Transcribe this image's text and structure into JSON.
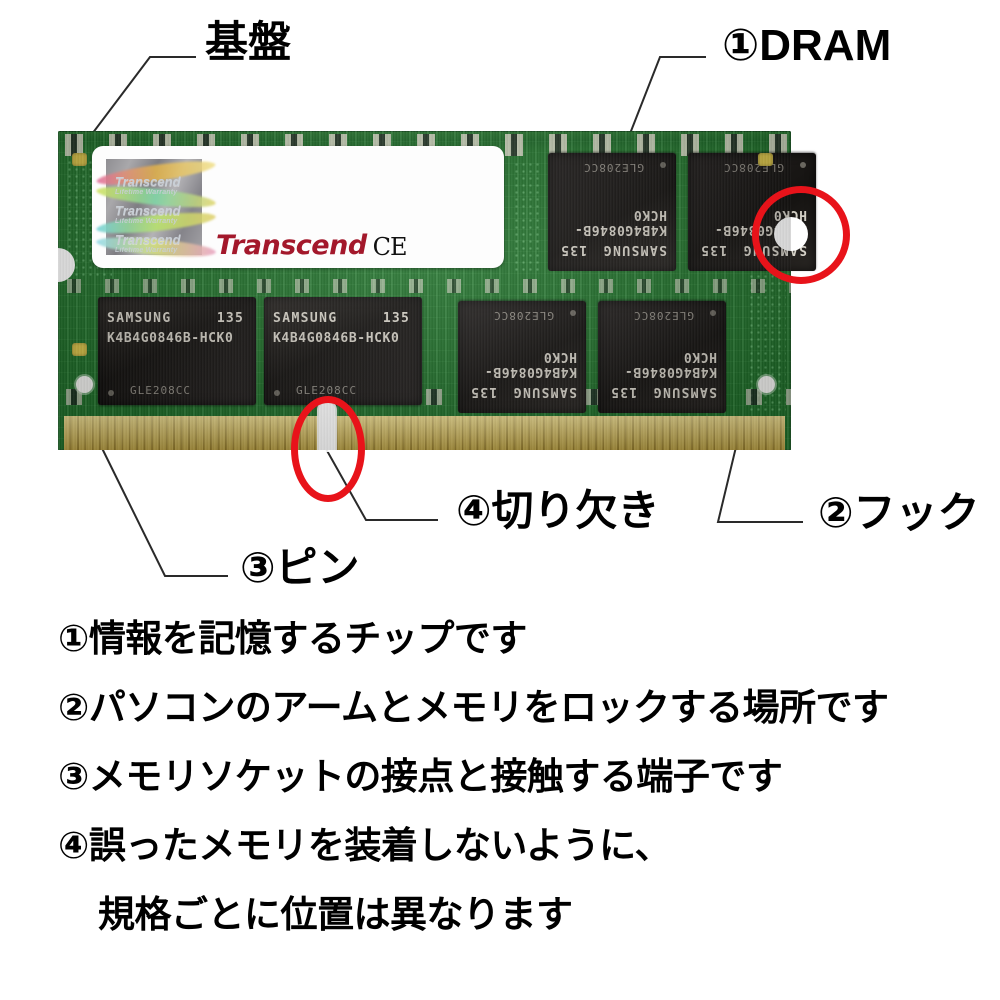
{
  "figure": {
    "subject": "SO-DIMM laptop memory module (Transcend, Samsung DRAM)",
    "background_color": "#ffffff"
  },
  "callouts": [
    {
      "id": "kiban",
      "number": "",
      "label": "基盤",
      "name": "callout-kiban"
    },
    {
      "id": "dram",
      "number": "①",
      "label": "DRAM",
      "name": "callout-dram"
    },
    {
      "id": "kirikaki",
      "number": "④",
      "label": "切り欠き",
      "name": "callout-notch"
    },
    {
      "id": "hook",
      "number": "②",
      "label": "フック",
      "name": "callout-hook"
    },
    {
      "id": "pin",
      "number": "③",
      "label": "ピン",
      "name": "callout-pin"
    }
  ],
  "callout_text": {
    "kiban": "基盤",
    "dram": "①DRAM",
    "kirikaki": "④切り欠き",
    "hook": "②フック",
    "pin": "③ピン"
  },
  "notes": [
    {
      "marker": "①",
      "text": "①情報を記憶するチップです"
    },
    {
      "marker": "②",
      "text": "②パソコンのアームとメモリをロックする場所です"
    },
    {
      "marker": "③",
      "text": "③メモリソケットの接点と接触する端子です"
    },
    {
      "marker": "④",
      "text": "④誤ったメモリを装着しないように、"
    },
    {
      "marker": "",
      "text": "規格ごとに位置は異なります"
    }
  ],
  "module": {
    "sticker": {
      "brand": "Transcend",
      "ce_mark": "CE",
      "hologram_lines": [
        {
          "big": "Transcend",
          "small": "Lifetime Warranty"
        },
        {
          "big": "Transcend",
          "small": "Lifetime Warranty"
        },
        {
          "big": "Transcend",
          "small": "Lifetime Warranty"
        }
      ]
    },
    "chips": [
      {
        "brand": "SAMSUNG",
        "code": "135",
        "part": "K4B4G0846B-HCK0",
        "lot": "GLE208CC",
        "flipped": false
      },
      {
        "brand": "SAMSUNG",
        "code": "135",
        "part": "K4B4G0846B-HCK0",
        "lot": "GLE208CC",
        "flipped": false
      },
      {
        "brand": "SAMSUNG",
        "code": "135",
        "part": "K4B4G0846B-HCK0",
        "lot": "GLE208CC",
        "flipped": true
      },
      {
        "brand": "SAMSUNG",
        "code": "135",
        "part": "K4B4G0846B-HCK0",
        "lot": "GLE208CC",
        "flipped": true
      },
      {
        "brand": "SAMSUNG",
        "code": "135",
        "part": "K4B4G0846B-HCK0",
        "lot": "GLE208CC",
        "flipped": true
      },
      {
        "brand": "SAMSUNG",
        "code": "135",
        "part": "K4B4G0846B-HCK0",
        "lot": "GLE208CC",
        "flipped": true
      }
    ]
  },
  "colors": {
    "pcb_green": "#24742e",
    "pin_gold": "#cdb455",
    "chip_black": "#1a1715",
    "annotation_red": "#e8131a",
    "brand_red": "#a3182b",
    "text_black": "#000000"
  }
}
